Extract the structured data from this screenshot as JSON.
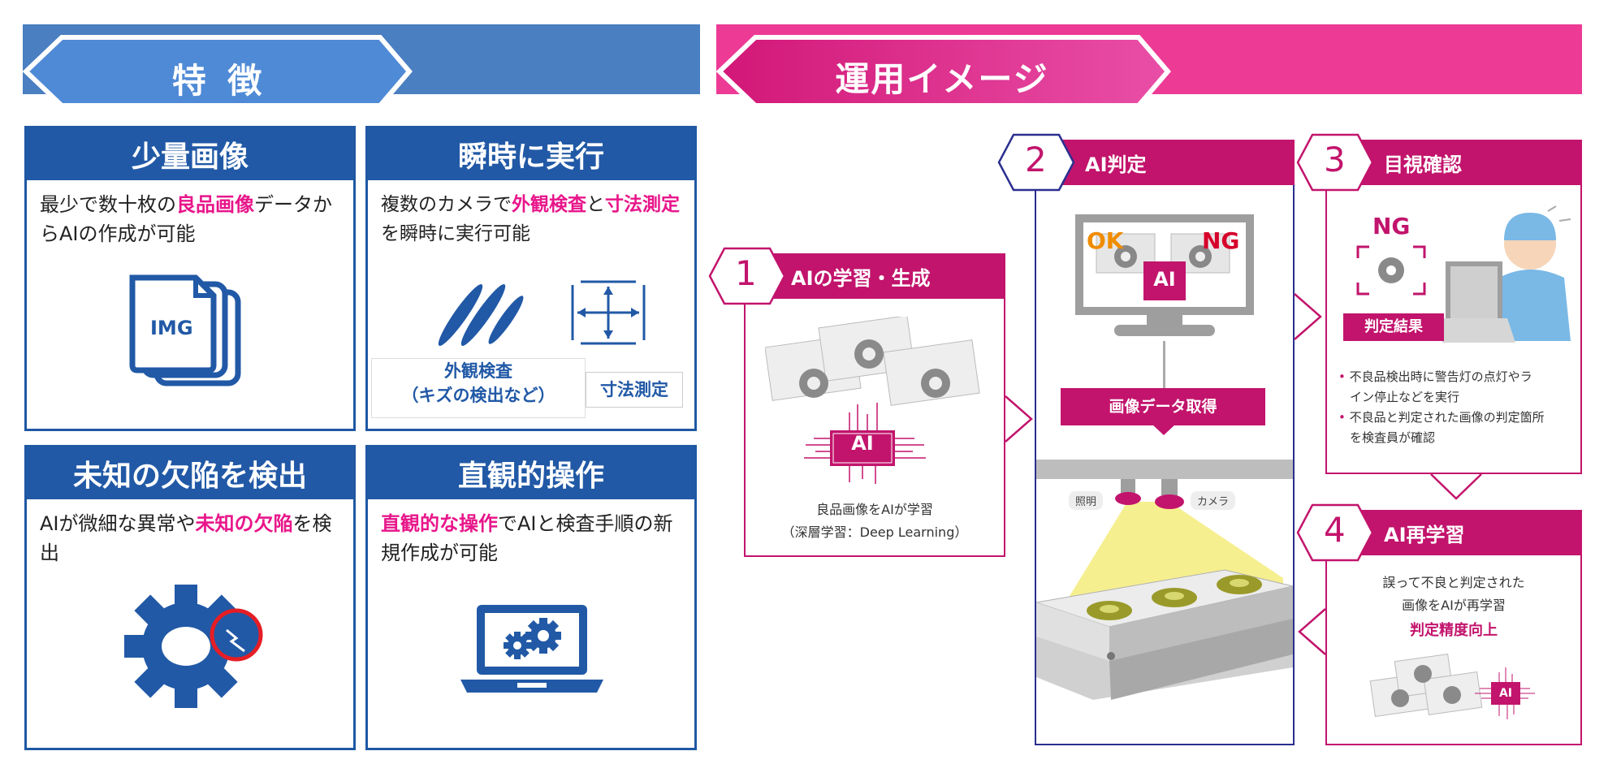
{
  "features": {
    "header": "特 徴",
    "cards": [
      {
        "title": "少量画像",
        "text_1": "最少で数十枚の",
        "hl_1": "良品画像",
        "text_2": "データからAIの作成が可能",
        "icon_label": "IMG"
      },
      {
        "title": "瞬時に実行",
        "text_1": "複数のカメラで",
        "hl_1": "外観検査",
        "text_2": "と",
        "hl_2": "寸法測定",
        "text_3": "を瞬時に実行可能",
        "label_a": "外観検査\n(キズの検出など)",
        "label_a_l1": "外観検査",
        "label_a_l2": "（キズの検出など）",
        "label_b": "寸法測定"
      },
      {
        "title": "未知の欠陥を検出",
        "text_1": "AIが微細な異常や",
        "hl_1": "未知の欠陥",
        "text_2": "を検出"
      },
      {
        "title": "直観的操作",
        "hl_1": "直観的な操作",
        "text_1": "でAIと検査手順の新規作成が可能"
      }
    ]
  },
  "operation": {
    "header": "運用イメージ",
    "steps": [
      {
        "num": "1",
        "title": "AIの学習・生成",
        "caption_1": "良品画像をAIが学習",
        "caption_2": "（深層学習：Deep Learning）",
        "chip": "AI"
      },
      {
        "num": "2",
        "title": "AI判定",
        "ok": "OK",
        "ng": "NG",
        "chip": "AI",
        "banner": "画像データ取得",
        "light": "照明",
        "camera": "カメラ"
      },
      {
        "num": "3",
        "title": "目視確認",
        "ng": "NG",
        "result": "判定結果",
        "bullet_1": "不良品検出時に警告灯の点灯やライン停止などを実行",
        "bullet_1a": "不良品検出時に警告灯の点灯やラ",
        "bullet_1b": "イン停止などを実行",
        "bullet_2a": "不良品と判定された画像の判定箇所",
        "bullet_2b": "を検査員が確認"
      },
      {
        "num": "4",
        "title": "AI再学習",
        "line_1": "誤って不良と判定された",
        "line_2": "画像をAIが再学習",
        "emph": "判定精度向上",
        "chip": "AI"
      }
    ]
  },
  "colors": {
    "blue": "#2159a6",
    "pink": "#e8168a",
    "magenta": "#c2146c",
    "navy": "#2a2f8f"
  }
}
